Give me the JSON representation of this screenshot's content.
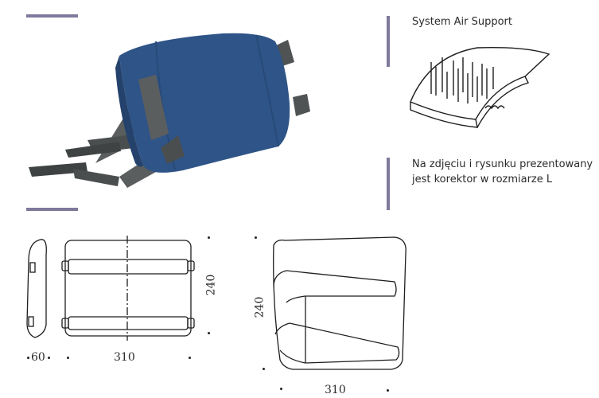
{
  "colors": {
    "accent": "#7e7a9c",
    "cushion_blue": "#2f5487",
    "strap_gray": "#5b5e5f",
    "line": "#1e1e1e"
  },
  "captions": {
    "system_title": "System Air Support",
    "photo_note_line1": "Na zdjęciu i rysunku prezentowany",
    "photo_note_line2": "jest korektor w rozmiarze L"
  },
  "dimensions": {
    "side_depth": "60",
    "front_width": "310",
    "front_height": "240",
    "iso_height": "240",
    "iso_width": "310"
  }
}
